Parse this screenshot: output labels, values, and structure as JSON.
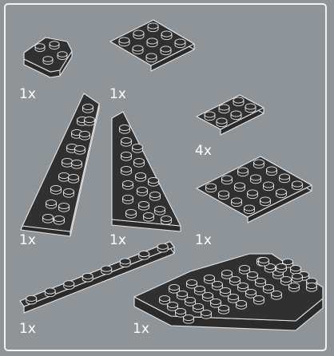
{
  "page": {
    "title": ""
  },
  "parts": [
    {
      "name": "wedge-plate-2x2",
      "quantity": "1x"
    },
    {
      "name": "plate-3x3",
      "quantity": "1x"
    },
    {
      "name": "wedge-plate-left",
      "quantity": "1x"
    },
    {
      "name": "wedge-plate-right",
      "quantity": "1x"
    },
    {
      "name": "plate-2x3",
      "quantity": "4x"
    },
    {
      "name": "plate-4x4",
      "quantity": "1x"
    },
    {
      "name": "plate-1x8",
      "quantity": "1x"
    },
    {
      "name": "wedge-plate-6x6-cut-corner",
      "quantity": "1x"
    }
  ],
  "colors": {
    "background": "#8e9497",
    "frame": "#f2f2f2",
    "brick": "#2b2b2b",
    "brick_top": "#303030",
    "outline": "#e6e6e6",
    "text": "#ffffff"
  }
}
